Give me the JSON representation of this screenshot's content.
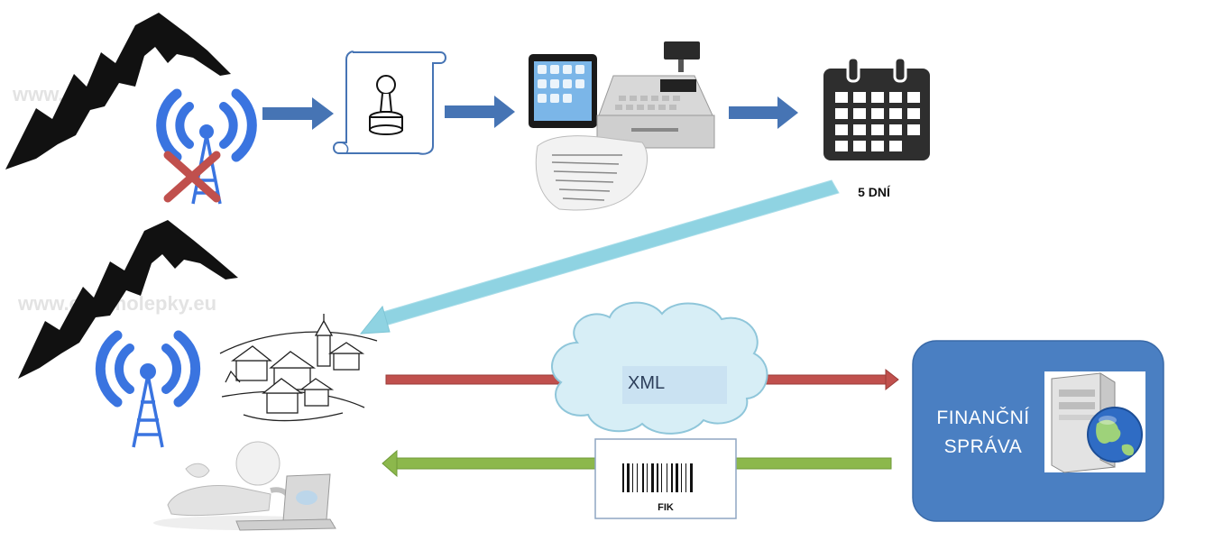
{
  "labels": {
    "days": "5 DNÍ",
    "xml": "XML",
    "fik": "FIK",
    "fin_line1": "FINANČNÍ",
    "fin_line2": "SPRÁVA"
  },
  "watermarks": [
    "www.e-s",
    "www.e-samolepky.eu"
  ],
  "colors": {
    "blue_arrow": "#4674b4",
    "red_arrow": "#c0504d",
    "green_arrow": "#8cb84c",
    "cyan_arrow": "#8fd3e2",
    "signal_blue": "#3a74e0",
    "fin_box": "#4a7fc2",
    "cloud": "#d7eef6",
    "calendar": "#2e2e2e"
  },
  "icons": [
    "mountain-icon",
    "signal-tower-icon",
    "red-x-icon",
    "stamp-scroll-icon",
    "tablet-icon",
    "cash-register-icon",
    "receipt-icon",
    "calendar-icon",
    "village-sketch-icon",
    "person-laptop-icon",
    "cloud-icon",
    "barcode-icon",
    "server-globe-icon"
  ]
}
